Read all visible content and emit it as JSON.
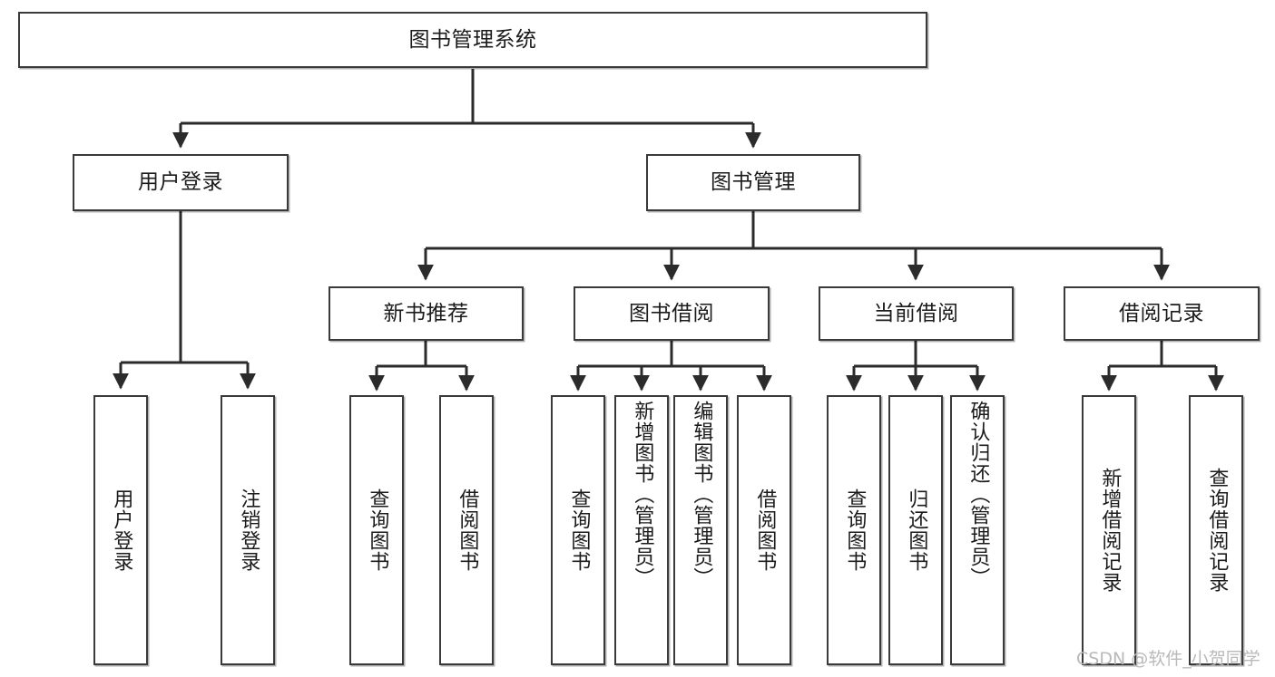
{
  "diagram": {
    "title": "图书管理系统",
    "type": "hierarchy-tree",
    "root": {
      "id": "root",
      "label": "图书管理系统"
    },
    "level2": [
      {
        "id": "user-login",
        "label": "用户登录"
      },
      {
        "id": "book-management",
        "label": "图书管理"
      }
    ],
    "level3": [
      {
        "id": "new-book-recommend",
        "label": "新书推荐",
        "parent": "book-management"
      },
      {
        "id": "book-borrow",
        "label": "图书借阅",
        "parent": "book-management"
      },
      {
        "id": "current-borrow",
        "label": "当前借阅",
        "parent": "book-management"
      },
      {
        "id": "borrow-record",
        "label": "借阅记录",
        "parent": "book-management"
      }
    ],
    "leaves": [
      {
        "id": "leaf-user-login",
        "label": "用户登录",
        "parent": "user-login"
      },
      {
        "id": "leaf-user-logout",
        "label": "注销登录",
        "parent": "user-login"
      },
      {
        "id": "leaf-query-book-1",
        "label": "查询图书",
        "parent": "new-book-recommend"
      },
      {
        "id": "leaf-borrow-book-1",
        "label": "借阅图书",
        "parent": "new-book-recommend"
      },
      {
        "id": "leaf-query-book-2",
        "label": "查询图书",
        "parent": "book-borrow"
      },
      {
        "id": "leaf-add-book",
        "label": "新增图书（管理员）",
        "parent": "book-borrow"
      },
      {
        "id": "leaf-edit-book",
        "label": "编辑图书（管理员）",
        "parent": "book-borrow"
      },
      {
        "id": "leaf-borrow-book-2",
        "label": "借阅图书",
        "parent": "book-borrow"
      },
      {
        "id": "leaf-query-book-3",
        "label": "查询图书",
        "parent": "current-borrow"
      },
      {
        "id": "leaf-return-book",
        "label": "归还图书",
        "parent": "current-borrow"
      },
      {
        "id": "leaf-confirm-return",
        "label": "确认归还（管理员）",
        "parent": "current-borrow"
      },
      {
        "id": "leaf-add-record",
        "label": "新增借阅记录",
        "parent": "borrow-record"
      },
      {
        "id": "leaf-query-record",
        "label": "查询借阅记录",
        "parent": "borrow-record"
      }
    ]
  },
  "watermark": {
    "text": "CSDN @软件_小贺同学"
  },
  "colors": {
    "box_border": "#3a3a3a",
    "box_fill": "#ffffff",
    "text": "#1b1b1b",
    "edge": "#2b2b2b",
    "watermark": "#b9b9b9",
    "background": "#ffffff"
  }
}
